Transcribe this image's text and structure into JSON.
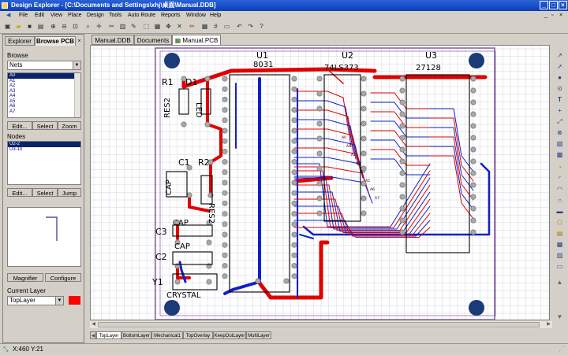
{
  "window": {
    "title": "Design Explorer - [C:\\Documents and Settings\\xhj\\桌面\\Manual.DDB]"
  },
  "menu": [
    "File",
    "Edit",
    "View",
    "Place",
    "Design",
    "Tools",
    "Auto Route",
    "Reports",
    "Window",
    "Help"
  ],
  "panel": {
    "tabs": [
      "Explorer",
      "Browse PCB"
    ],
    "browse_label": "Browse",
    "browse_value": "Nets",
    "nets": [
      "A0",
      "A1",
      "A2",
      "A3",
      "A4",
      "A5",
      "A6",
      "A7"
    ],
    "selected_net": "A0",
    "edit_label": "Edit...",
    "select_label": "Select",
    "zoom_label": "Zoom",
    "nodes_label": "Nodes",
    "nodes": [
      "U2-2",
      "U3-10"
    ],
    "selected_node": "U2-2",
    "jump_label": "Jump",
    "magnifier_label": "Magnifier",
    "configure_label": "Configure",
    "current_layer_label": "Current Layer",
    "current_layer_value": "TopLayer",
    "layer_color": "#ff0000"
  },
  "doc_tabs": [
    "Manual.DDB",
    "Documents",
    "Manual.PCB"
  ],
  "active_doc_tab": "Manual.PCB",
  "pcb": {
    "components": [
      {
        "ref": "U1",
        "value": "8031"
      },
      {
        "ref": "U2",
        "value": "74LS373"
      },
      {
        "ref": "U3",
        "value": "27128"
      },
      {
        "ref": "R1",
        "value": "RES2"
      },
      {
        "ref": "D1",
        "value": "LED"
      },
      {
        "ref": "C1",
        "value": "CAP"
      },
      {
        "ref": "R2",
        "value": "RES2"
      },
      {
        "ref": "C3",
        "value": "CAP"
      },
      {
        "ref": "C2",
        "value": "CAP"
      },
      {
        "ref": "Y1",
        "value": "CRYSTAL"
      }
    ],
    "pad_labels": [
      "A0",
      "A1",
      "A2",
      "A3",
      "A4",
      "A5",
      "A6",
      "A7"
    ],
    "colors": {
      "top": "#e00000",
      "bottom": "#1020c8",
      "overlay": "#000000",
      "grid": "#c8ccd8",
      "board": "#6a3a8a"
    }
  },
  "layer_tabs": [
    "TopLayer",
    "BottomLayer",
    "Mechanical1",
    "TopOverlay",
    "KeepOutLayer",
    "MultiLayer"
  ],
  "active_layer_tab": "TopLayer",
  "status": {
    "coords": "X:460 Y:21"
  },
  "icons": [
    "folder-icon",
    "save-icon",
    "print-icon",
    "zoom-in-icon",
    "zoom-out-icon",
    "undo-icon",
    "redo-icon",
    "pencil-icon",
    "arrow-icon",
    "text-icon"
  ]
}
